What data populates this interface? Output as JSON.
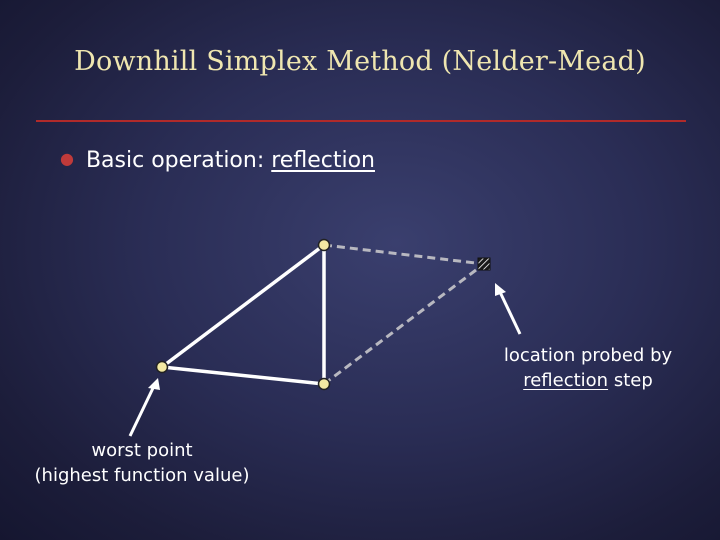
{
  "slide": {
    "title": "Downhill Simplex Method (Nelder-Mead)",
    "bullet": {
      "prefix": "Basic operation: ",
      "keyword": "reflection"
    }
  },
  "diagram": {
    "probed_label": {
      "line1": "location probed by",
      "line2_keyword": "reflection",
      "line2_rest": " step"
    },
    "worst_label": {
      "line1": "worst point",
      "line2": "(highest function value)"
    }
  },
  "colors": {
    "title": "#efe6b0",
    "rule": "#b02a2a",
    "bullet": "#c03a3a",
    "vertex_fill": "#f3e9a2",
    "solid_edge": "#ffffff",
    "dashed_edge": "#b8b8c0"
  }
}
